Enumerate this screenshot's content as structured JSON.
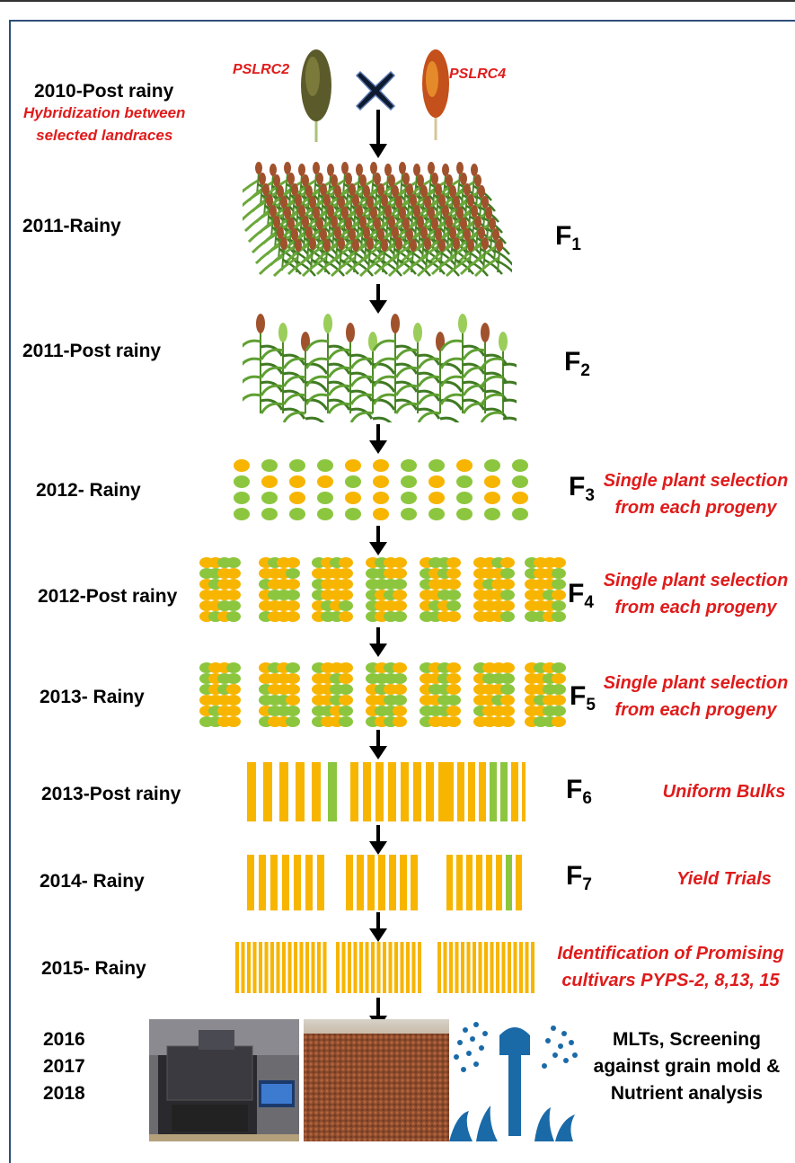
{
  "header": {
    "year": "2010-Post rainy",
    "note": [
      "Hybridization between",
      "selected landraces"
    ],
    "parent1": "PSLRC2",
    "parent2": "PSLRC4"
  },
  "stages": [
    {
      "year": "2011-Rainy",
      "gen_letter": "F",
      "gen_sub": "1"
    },
    {
      "year": "2011-Post rainy",
      "gen_letter": "F",
      "gen_sub": "2"
    },
    {
      "year": "2012- Rainy",
      "gen_letter": "F",
      "gen_sub": "3",
      "note": [
        "Single plant selection",
        "from each progeny"
      ]
    },
    {
      "year": "2012-Post rainy",
      "gen_letter": "F",
      "gen_sub": "4",
      "note": [
        "Single plant selection",
        "from each progeny"
      ]
    },
    {
      "year": "2013- Rainy",
      "gen_letter": "F",
      "gen_sub": "5",
      "note": [
        "Single plant selection",
        "from each progeny"
      ]
    },
    {
      "year": "2013-Post rainy",
      "gen_letter": "F",
      "gen_sub": "6",
      "note": [
        "Uniform Bulks"
      ]
    },
    {
      "year": "2014- Rainy",
      "gen_letter": "F",
      "gen_sub": "7",
      "note": [
        "Yield Trials"
      ]
    },
    {
      "year": "2015- Rainy",
      "note": [
        "Identification of Promising",
        "cultivars PYPS-2, 8,13, 15"
      ]
    }
  ],
  "final": {
    "years": [
      "2016",
      "2017",
      "2018"
    ],
    "text": [
      "MLTs, Screening",
      "against grain mold &",
      "Nutrient analysis"
    ]
  },
  "colors": {
    "orange": "#f7b500",
    "green": "#8cc63f",
    "red": "#e01b1b",
    "blue": "#1a6aa8"
  }
}
